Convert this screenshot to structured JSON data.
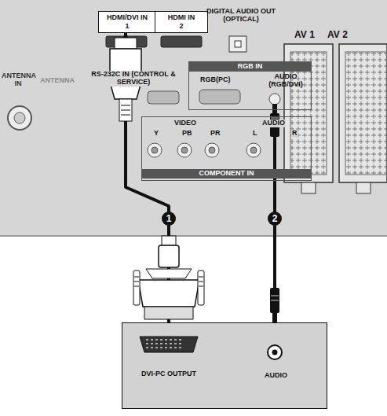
{
  "diagram": {
    "nodes": [
      {
        "text": [
          "HDMI/DVI IN",
          "1"
        ]
      },
      {
        "text": [
          "HDMI IN",
          "2"
        ]
      },
      {
        "text": [
          "RGB IN",
          "RGB(PC)",
          "AUDIO (RGB/DVI)"
        ]
      },
      {
        "text": [
          "VIDEO",
          "Y",
          "PB",
          "PR",
          "AUDIO",
          "L",
          "R",
          "COMPONENT IN"
        ]
      },
      {
        "text": [
          "DVI-PC OUTPUT",
          "AUDIO"
        ]
      }
    ],
    "edges": [
      {
        "from": 4,
        "to": 0,
        "arrow": "to",
        "label": "1"
      },
      {
        "from": 4,
        "to": 2,
        "arrow": "to",
        "label": "2"
      }
    ],
    "labels": [
      "DIGITAL AUDIO OUT (OPTICAL)",
      "AV 1",
      "AV 2",
      "ANTENNA IN",
      "ANTENNA",
      "RS-232C IN (CONTROL & SERVICE)"
    ]
  }
}
